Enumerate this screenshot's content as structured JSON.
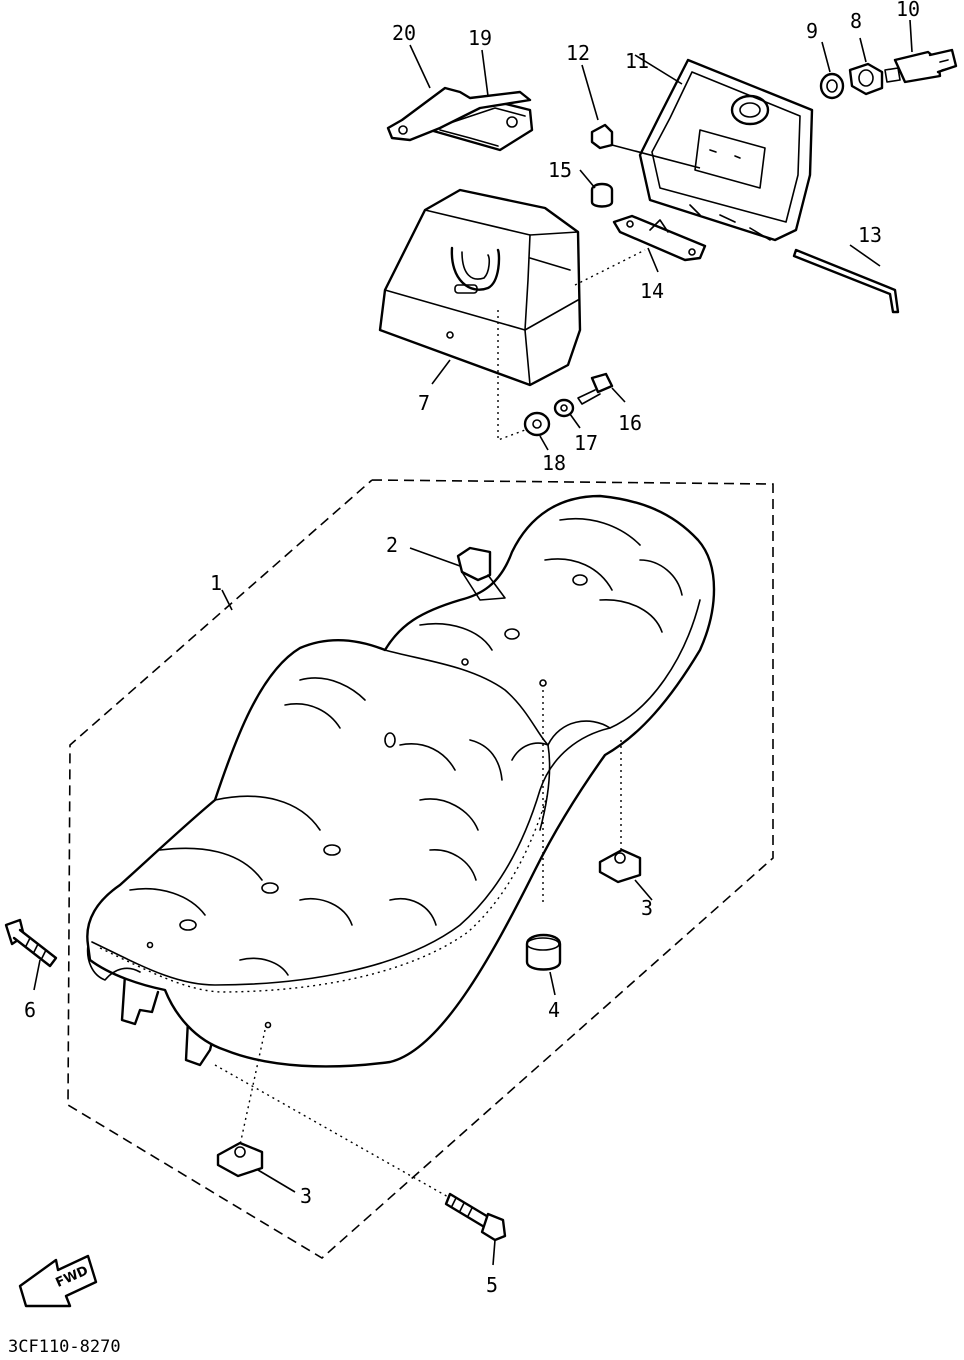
{
  "diagram": {
    "code": "3CF110-8270",
    "direction_label": "FWD",
    "callouts": [
      "1",
      "2",
      "3",
      "3",
      "4",
      "5",
      "6",
      "7",
      "8",
      "9",
      "10",
      "11",
      "12",
      "13",
      "14",
      "15",
      "16",
      "17",
      "18",
      "19",
      "20"
    ]
  }
}
